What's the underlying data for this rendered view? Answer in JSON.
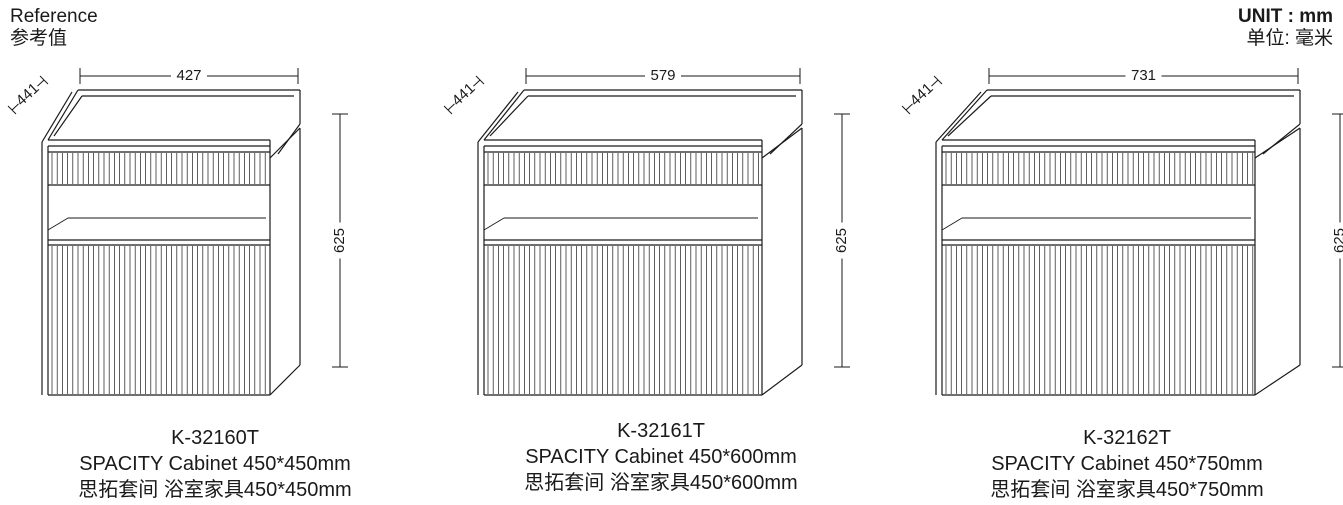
{
  "reference": {
    "en": "Reference",
    "zh": "参考值"
  },
  "unit": {
    "en": "UNIT : mm",
    "zh": "单位:  毫米"
  },
  "products": [
    {
      "model": "K-32160T",
      "name_en": "SPACITY Cabinet 450*450mm",
      "name_zh": "思拓套间 浴室家具450*450mm",
      "width_label": "427",
      "depth_label": "441",
      "height_label": "625"
    },
    {
      "model": "K-32161T",
      "name_en": "SPACITY Cabinet 450*600mm",
      "name_zh": "思拓套间 浴室家具450*600mm",
      "width_label": "579",
      "depth_label": "441",
      "height_label": "625"
    },
    {
      "model": "K-32162T",
      "name_en": "SPACITY Cabinet 450*750mm",
      "name_zh": "思拓套间 浴室家具450*750mm",
      "width_label": "731",
      "depth_label": "441",
      "height_label": "625"
    }
  ]
}
